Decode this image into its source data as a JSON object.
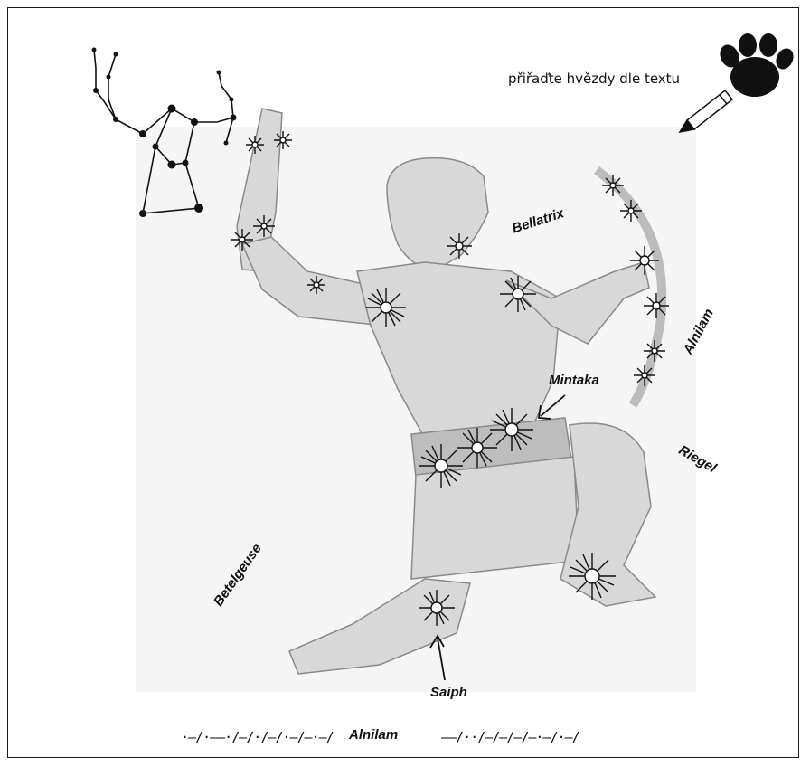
{
  "instruction": "přiřaďte hvězdy dle textu",
  "star_labels": {
    "bellatrix": "Bellatrix",
    "alnilam": "Alnilam",
    "mintaka": "Mintaka",
    "riegel": "Riegel",
    "betelgeuse": "Betelgeuse",
    "saiph": "Saiph"
  },
  "morse": {
    "left": "·–/·––·/–/·/–/·–/–·–/",
    "answer": "Alnilam",
    "right": "––/··/–/–/–/–·–/·–/"
  },
  "icons": [
    "paw-icon",
    "pencil-icon",
    "constellation-diagram",
    "star-icon"
  ],
  "colors": {
    "ink": "#111111",
    "figure": "#d6d6d6",
    "background": "#ffffff"
  }
}
